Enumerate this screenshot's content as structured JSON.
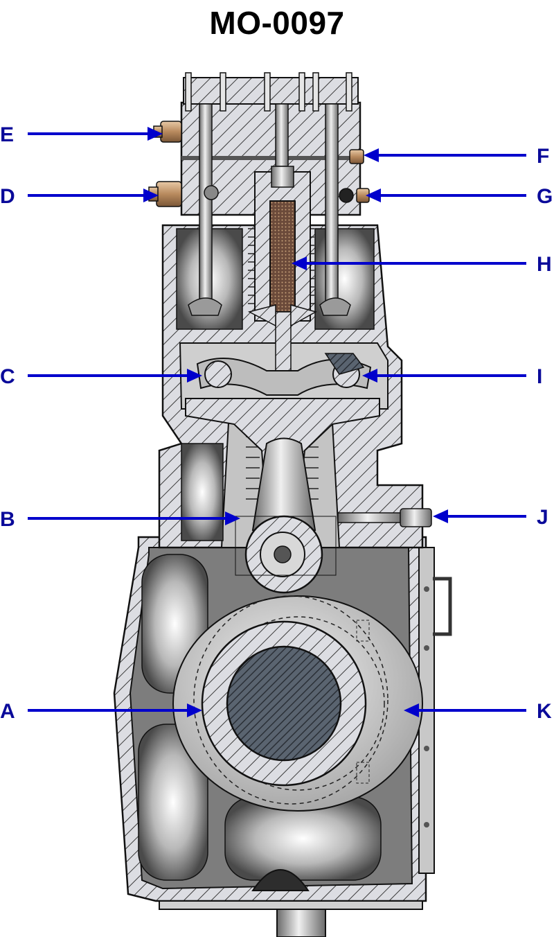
{
  "title": "MO-0097",
  "colors": {
    "arrow": "#0000cc",
    "label": "#0a0a9a",
    "section_fill": "#dcdde2",
    "hatch": "#3a3a3a",
    "fitting": "#c9a27a",
    "filter": "#6b4a3a"
  },
  "labels": {
    "A": "A",
    "B": "B",
    "C": "C",
    "D": "D",
    "E": "E",
    "F": "F",
    "G": "G",
    "H": "H",
    "I": "I",
    "J": "J",
    "K": "K"
  }
}
